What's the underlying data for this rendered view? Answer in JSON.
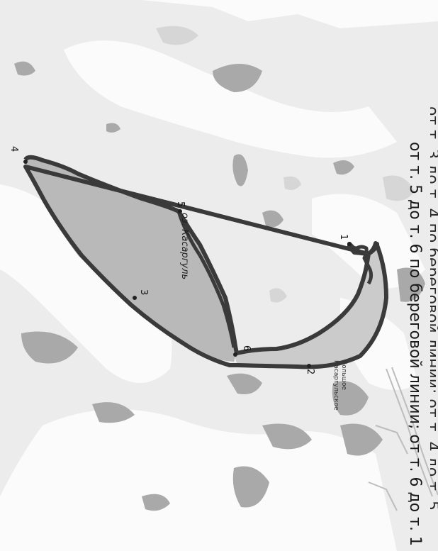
{
  "caption": {
    "line1": "от т. 3 до т. 4 по береговой линии; от т. 4 до т. 5",
    "line2": "от т. 5 до т. 6 по береговой линии; от т. 6 до т. 1"
  },
  "map": {
    "lake_name": "оз. Касаргуль",
    "village_name_line1": "Большое",
    "village_name_line2": "Касаргульское",
    "points": [
      "1",
      "2",
      "3",
      "4",
      "5",
      "6"
    ],
    "colors": {
      "background": "#f1f1f1",
      "white_zone": "#fbfbfb",
      "lake_fill": "#b9b9b9",
      "boundary": "#3a3a3a",
      "dark_patch": "#a9a9a9",
      "road": "#c8c8c8"
    }
  }
}
